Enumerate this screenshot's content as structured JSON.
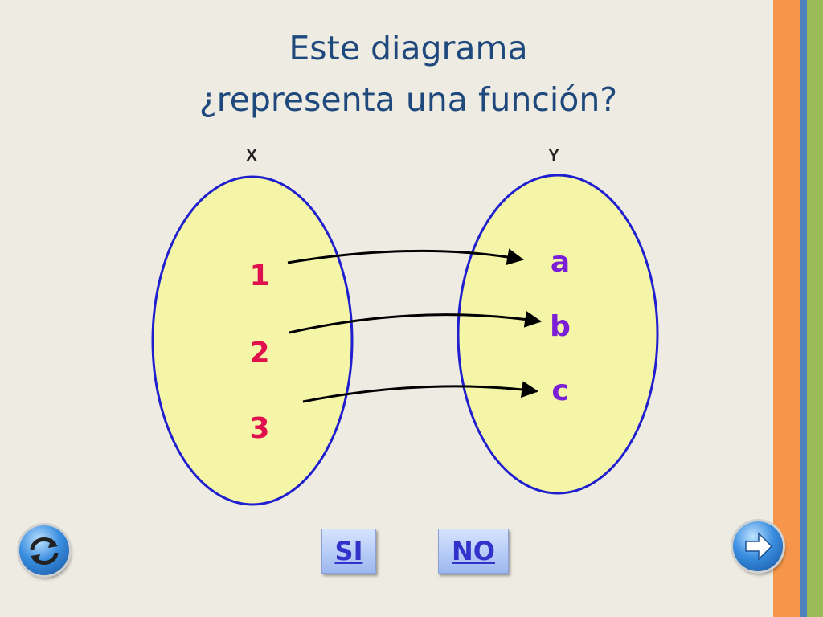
{
  "title": {
    "line1": "Este diagrama",
    "line2": "¿representa una función?"
  },
  "sets": {
    "domain": {
      "label": "X",
      "elements": [
        "1",
        "2",
        "3"
      ]
    },
    "codomain": {
      "label": "Y",
      "elements": [
        "a",
        "b",
        "c"
      ]
    }
  },
  "mappings": [
    {
      "from": "1",
      "to": "a"
    },
    {
      "from": "2",
      "to": "b"
    },
    {
      "from": "3",
      "to": "c"
    }
  ],
  "buttons": {
    "yes_label": "SI",
    "no_label": "NO",
    "back_icon": "refresh-icon",
    "next_icon": "arrow-right-icon"
  },
  "colors": {
    "title": "#1f497d",
    "set_fill": "#f5f5a7",
    "set_border": "#1f1fcf",
    "domain_text": "#e0104f",
    "codomain_text": "#7a1fd6",
    "bar_orange": "#f7964a",
    "bar_blue": "#4f81bd",
    "bar_green": "#9bbb59"
  }
}
